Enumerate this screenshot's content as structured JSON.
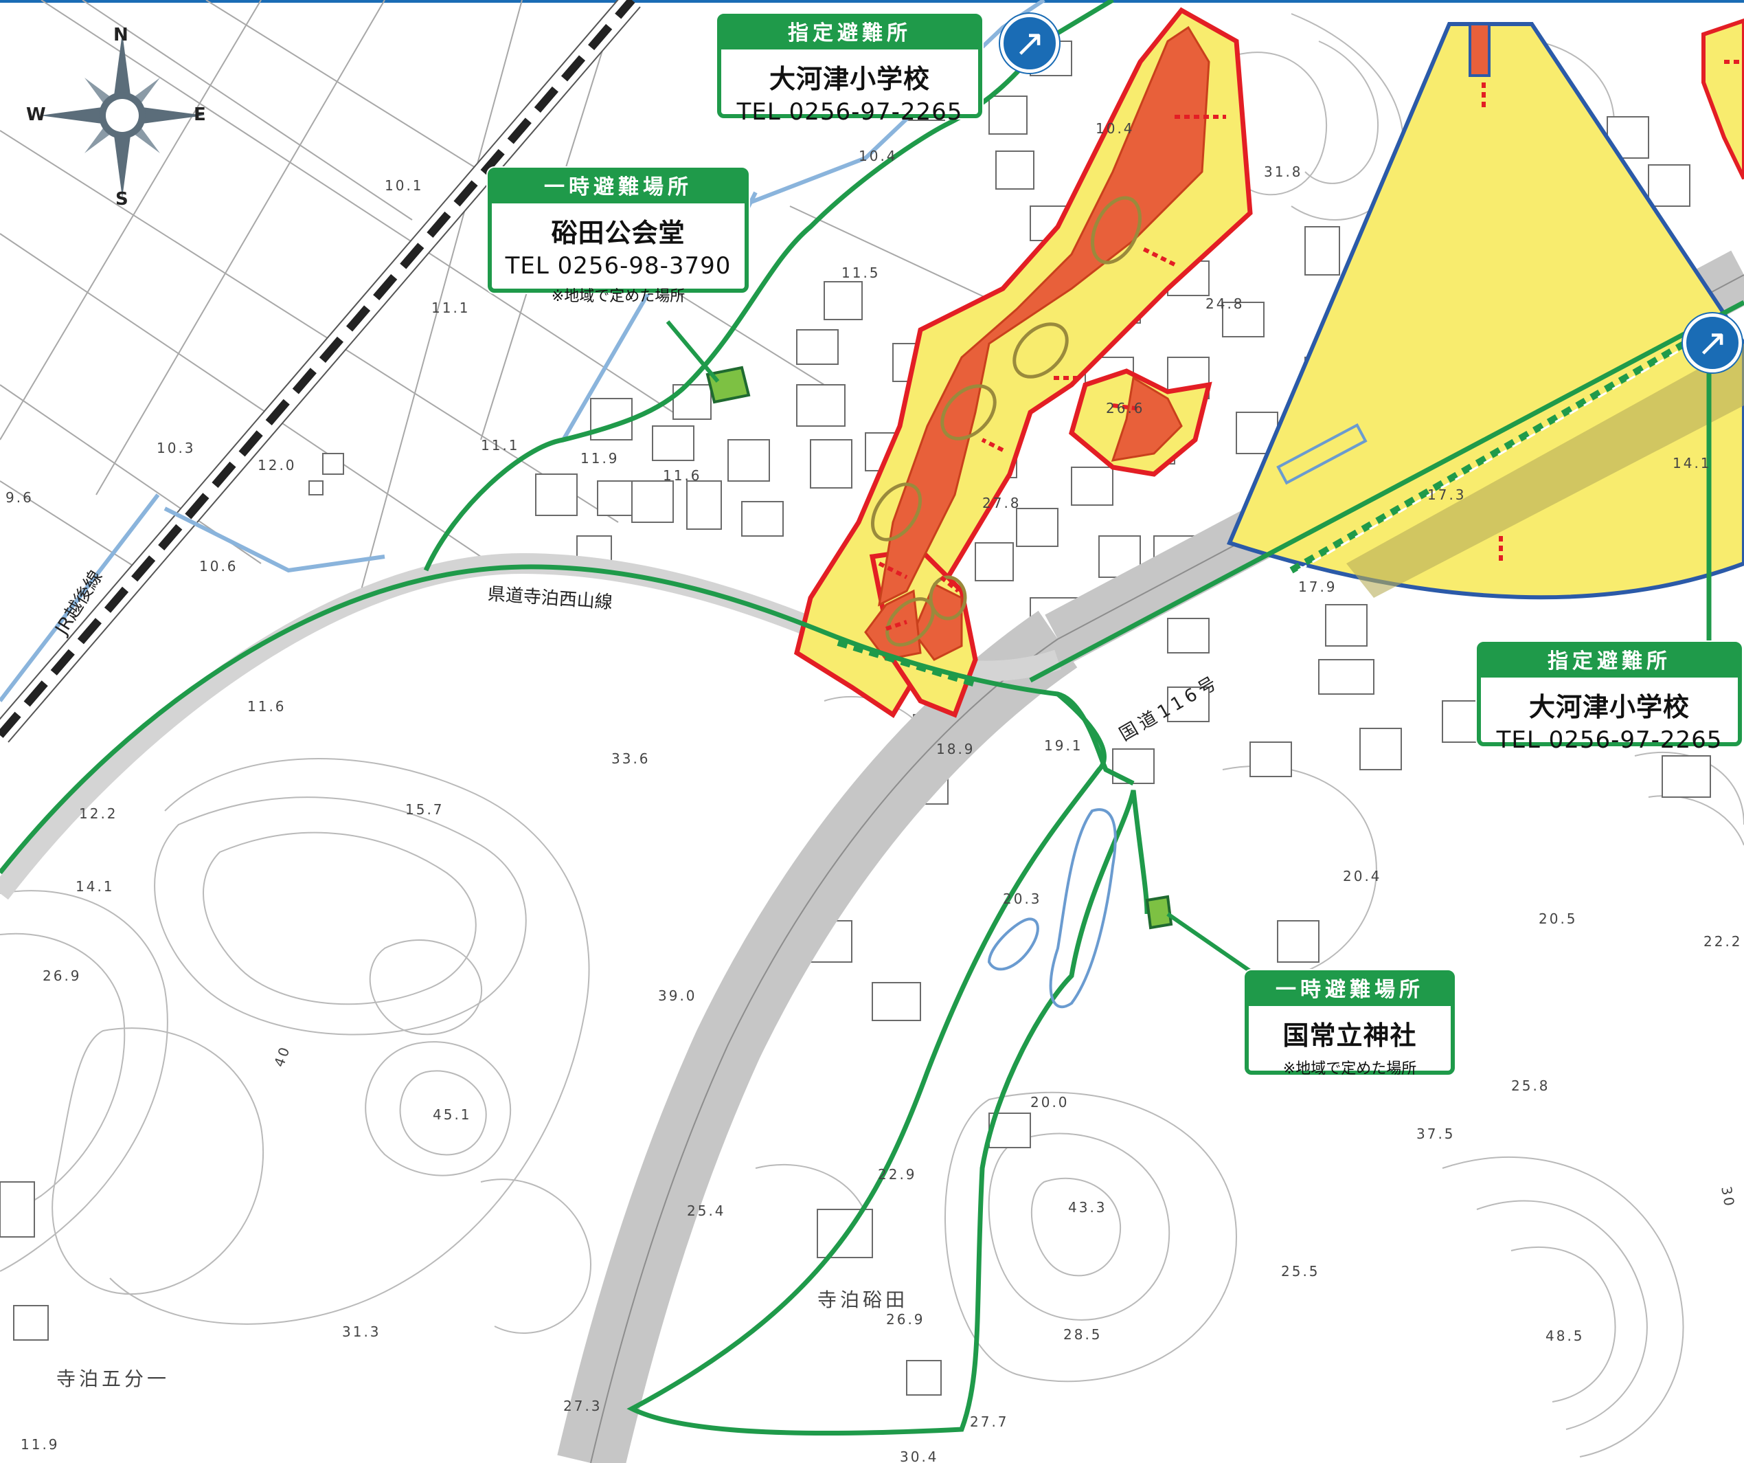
{
  "compass": {
    "north": "N",
    "south": "S",
    "east": "E",
    "west": "W"
  },
  "callouts": [
    {
      "id": "shelter-school-top",
      "header": "指定避難所",
      "name": "大河津小学校",
      "tel": "TEL 0256-97-2265",
      "note": ""
    },
    {
      "id": "temp-hall",
      "header": "一時避難場所",
      "name": "硲田公会堂",
      "tel": "TEL 0256-98-3790",
      "note": "※地域で定めた場所"
    },
    {
      "id": "shelter-school-right",
      "header": "指定避難所",
      "name": "大河津小学校",
      "tel": "TEL 0256-97-2265",
      "note": ""
    },
    {
      "id": "temp-shrine",
      "header": "一時避難場所",
      "name": "国常立神社",
      "tel": "",
      "note": "※地域で定めた場所"
    }
  ],
  "road_labels": {
    "prefectural": "県道寺泊西山線",
    "national": "国道116号",
    "railway": "JR越後線"
  },
  "place_labels": {
    "terahaku_sakoda": "寺泊硲田",
    "terahaku_gobuichi": "寺泊五分一"
  },
  "elevations": [
    "10.4",
    "10.4",
    "31.8",
    "10.1",
    "11.5",
    "24.8",
    "11.1",
    "26.6",
    "10.3",
    "12.0",
    "11.1",
    "11.9",
    "11.6",
    "27.8",
    "9.6",
    "10.6",
    "14.1",
    "17.3",
    "17.9",
    "11.6",
    "33.6",
    "18.9",
    "19.1",
    "15.7",
    "12.2",
    "14.1",
    "20.3",
    "20.4",
    "20.5",
    "22.2",
    "26.9",
    "39.0",
    "45.1",
    "25.8",
    "20.0",
    "37.5",
    "43.3",
    "22.9",
    "25.4",
    "25.5",
    "28.5",
    "48.5",
    "26.9",
    "31.3",
    "27.3",
    "27.7",
    "30.4",
    "11.9",
    "40",
    "30"
  ],
  "icons": {
    "nav_top": "arrow-up-right-icon",
    "nav_right": "arrow-up-right-icon"
  },
  "colors": {
    "route": "#1f9a4a",
    "danger_red": "#e8603a",
    "warning_yellow": "#f8ec6e",
    "hazard_border": "#e31e24",
    "blue_zone": "#2b5aa8",
    "nav_blue": "#1a6cb5",
    "road_gray": "#c8c8c8"
  }
}
